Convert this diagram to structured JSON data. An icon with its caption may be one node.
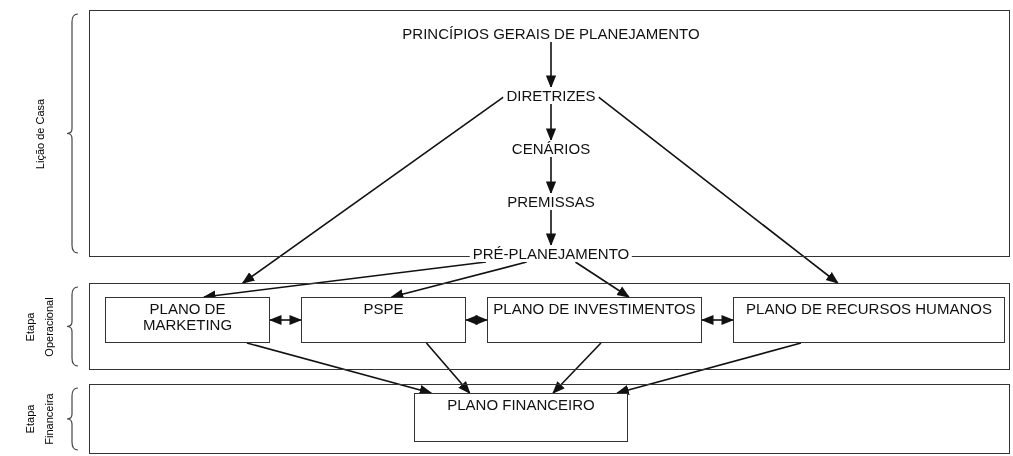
{
  "diagram": {
    "nodes": [
      {
        "text": [],
        "shape": "box",
        "beside": [
          "Lição de Casa"
        ]
      },
      {
        "text": [
          "PRINCÍPIOS GERAIS DE PLANEJAMENTO"
        ],
        "in": 0
      },
      {
        "text": [
          "DIRETRIZES"
        ],
        "in": 0
      },
      {
        "text": [
          "CENÁRIOS"
        ],
        "in": 0
      },
      {
        "text": [
          "PREMISSAS"
        ],
        "in": 0
      },
      {
        "text": [
          "PRÉ-PLANEJAMENTO"
        ],
        "in": 0
      },
      {
        "text": [],
        "shape": "box",
        "beside": [
          "Etapa Operacional"
        ]
      },
      {
        "text": [
          "PLANO DE MARKETING"
        ],
        "in": 6
      },
      {
        "text": [
          "PSPE"
        ],
        "in": 6
      },
      {
        "text": [
          "PLANO DE INVESTIMENTOS"
        ],
        "in": 6
      },
      {
        "text": [
          "PLANO DE RECURSOS HUMANOS"
        ],
        "in": 6
      },
      {
        "text": [],
        "shape": "box",
        "beside": [
          "Etapa Financeira"
        ]
      },
      {
        "text": [
          "PLANO FINANCEIRO"
        ],
        "in": 11
      }
    ],
    "edges": [
      {
        "from": 1,
        "to": 2,
        "arrow": "to"
      },
      {
        "from": 2,
        "to": 3,
        "arrow": "to"
      },
      {
        "from": 3,
        "to": 4,
        "arrow": "to"
      },
      {
        "from": 4,
        "to": 5,
        "arrow": "to"
      },
      {
        "from": 2,
        "to": 6,
        "arrow": "to"
      },
      {
        "from": 2,
        "to": 6,
        "arrow": "to"
      },
      {
        "from": 5,
        "to": 7,
        "arrow": "to"
      },
      {
        "from": 5,
        "to": 8,
        "arrow": "to"
      },
      {
        "from": 5,
        "to": 9,
        "arrow": "to"
      },
      {
        "from": 7,
        "to": 8,
        "arrow": "both"
      },
      {
        "from": 8,
        "to": 9,
        "arrow": "both"
      },
      {
        "from": 9,
        "to": 10,
        "arrow": "both"
      },
      {
        "from": 7,
        "to": 12,
        "arrow": "to"
      },
      {
        "from": 8,
        "to": 12,
        "arrow": "to"
      },
      {
        "from": 9,
        "to": 12,
        "arrow": "to"
      },
      {
        "from": 10,
        "to": 12,
        "arrow": "to"
      }
    ]
  }
}
